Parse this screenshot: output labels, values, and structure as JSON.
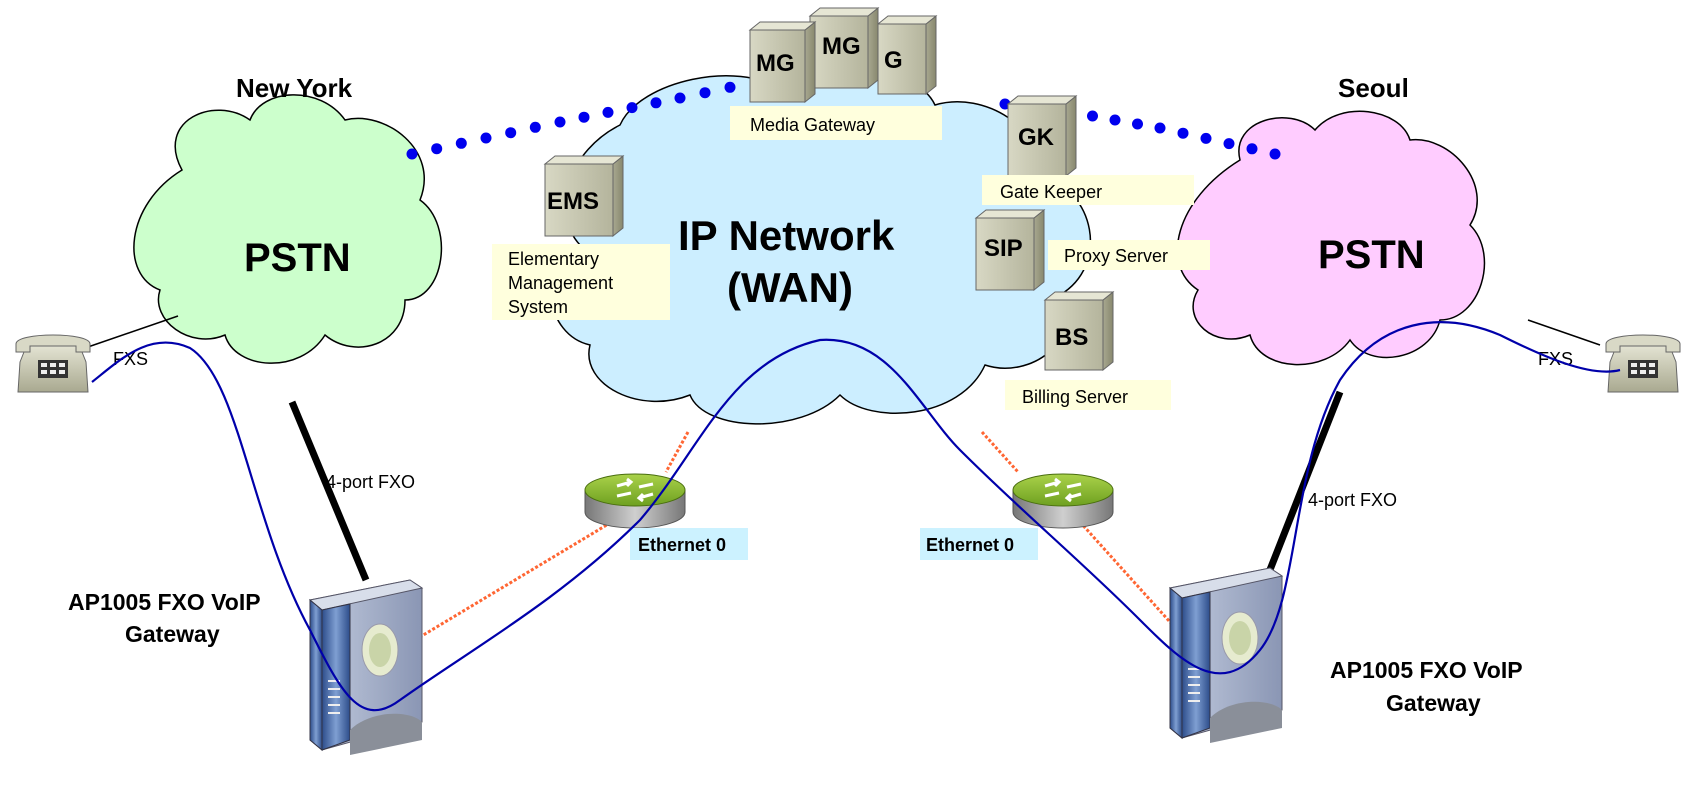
{
  "locations": {
    "left": "New York",
    "right": "Seoul"
  },
  "clouds": {
    "pstn_left": "PSTN",
    "pstn_right": "PSTN",
    "ip_line1": "IP Network",
    "ip_line2": "(WAN)"
  },
  "servers": {
    "mg_front": "MG",
    "mg_mid": "MG",
    "mg_back": "G",
    "gk": "GK",
    "ems": "EMS",
    "sip": "SIP",
    "bs": "BS"
  },
  "labels": {
    "media_gateway": "Media Gateway",
    "gate_keeper": "Gate Keeper",
    "proxy_server": "Proxy Server",
    "billing_server": "Billing Server",
    "ems_line1": "Elementary",
    "ems_line2": "Management",
    "ems_line3": "System"
  },
  "links": {
    "fxs_left": "FXS",
    "fxs_right": "FXS",
    "fxo_left": "4-port FXO",
    "fxo_right": "4-port FXO",
    "eth_left": "Ethernet 0",
    "eth_right": "Ethernet 0"
  },
  "devices": {
    "left_line1": "AP1005 FXO VoIP",
    "left_line2": "Gateway",
    "right_line1": "AP1005 FXO VoIP",
    "right_line2": "Gateway"
  },
  "colors": {
    "pstn_left": "#ccffcc",
    "pstn_right": "#ffccff",
    "ip_cloud": "#cceeff",
    "label_bg": "#ffffdd",
    "eth_bg": "#ccf2ff",
    "dots": "#0000ee",
    "voice_path": "#0000aa",
    "ethernet_line": "#ff6633"
  }
}
